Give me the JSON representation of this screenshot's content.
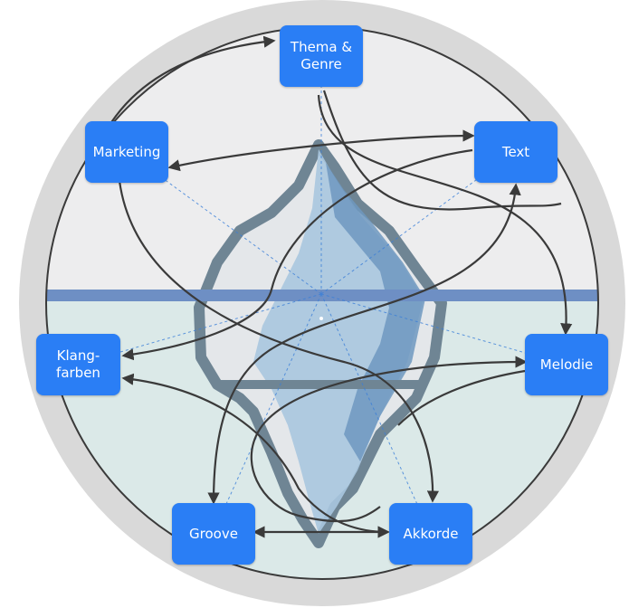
{
  "colors": {
    "node_fill": "#2a7ef5",
    "ring_outer": "#d9d9d9",
    "sky": "#ededee",
    "water": "#dbe9e8",
    "waterline": "#6e8fc4",
    "iceberg_outline": "#6f8594",
    "arrow": "#3a3a3a",
    "spoke": "#3b7fd8"
  },
  "nodes": [
    {
      "id": "thema",
      "label": "Thema &\nGenre"
    },
    {
      "id": "text",
      "label": "Text"
    },
    {
      "id": "marketing",
      "label": "Marketing"
    },
    {
      "id": "klangfarben",
      "label": "Klang-\nfarben"
    },
    {
      "id": "melodie",
      "label": "Melodie"
    },
    {
      "id": "groove",
      "label": "Groove"
    },
    {
      "id": "akkorde",
      "label": "Akkorde"
    }
  ]
}
